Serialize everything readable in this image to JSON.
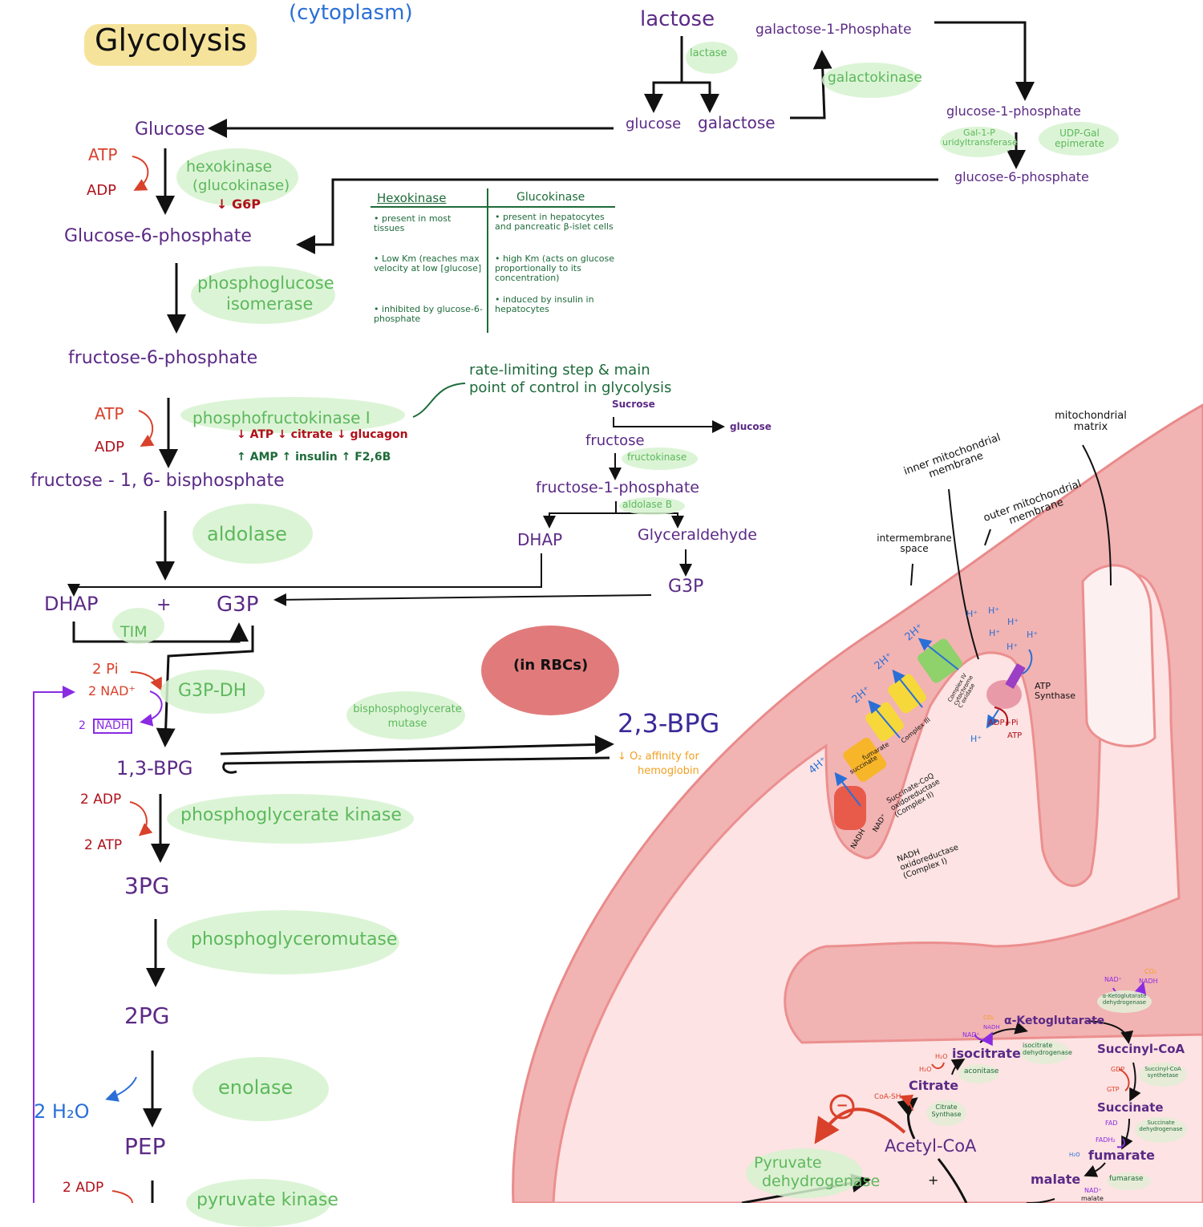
{
  "header": {
    "title": "Glycolysis",
    "location": "(cytoplasm)"
  },
  "galactose": {
    "lactose": "lactose",
    "lactase": "lactase",
    "glucose": "glucose",
    "galactose": "galactose",
    "galactokinase": "galactokinase",
    "gal1p": "galactose-1-Phosphate",
    "g1p": "glucose-1-phosphate",
    "uridyl": "Gal-1-P uridyltransferase",
    "epimerase": "UDP-Gal epimerate",
    "g6p": "glucose-6-phosphate"
  },
  "glycolysis": {
    "glucose": "Glucose",
    "atp1": "ATP",
    "adp1": "ADP",
    "hexokinase": "hexokinase",
    "glucokinase": "(glucokinase)",
    "g6p_inhib": "↓ G6P",
    "g6p": "Glucose-6-phosphate",
    "pgi_1": "phosphoglucose",
    "pgi_2": "isomerase",
    "f6p": "fructose-6-phosphate",
    "atp2": "ATP",
    "adp2": "ADP",
    "pfk": "phosphofructokinase I",
    "pfk_down": "↓ ATP ↓ citrate ↓ glucagon",
    "pfk_up": "↑ AMP ↑ insulin ↑ F2,6B",
    "f16bp": "fructose - 1, 6- bisphosphate",
    "aldolase": "aldolase",
    "dhap": "DHAP",
    "plus": "+",
    "g3p": "G3P",
    "tim": "TIM",
    "pi": "2 Pi",
    "nad": "2 NAD⁺",
    "nadh_n": "2",
    "nadh": "NADH",
    "g3pdh": "G3P-DH",
    "bpg13": "1,3-BPG",
    "adp3": "2 ADP",
    "atp3": "2 ATP",
    "pgk": "phosphoglycerate kinase",
    "pg3": "3PG",
    "pgm": "phosphoglyceromutase",
    "pg2": "2PG",
    "enolase": "enolase",
    "h2o": "2 H₂O",
    "pep": "PEP",
    "adp4": "2 ADP",
    "pk": "pyruvate kinase"
  },
  "note": {
    "line1": "rate-limiting step & main",
    "line2": "point of control in glycolysis"
  },
  "kinase_table": {
    "headers": [
      "Hexokinase",
      "Glucokinase"
    ],
    "hexokinase": [
      "• present in most tissues",
      "• Low Km (reaches max velocity at low [glucose]",
      "• inhibited by glucose-6-phosphate"
    ],
    "glucokinase": [
      "• present in hepatocytes and pancreatic β-islet cells",
      "• high Km (acts on glucose proportionally to its concentration)",
      "• induced by insulin in hepatocytes"
    ]
  },
  "fructose": {
    "sucrose": "Sucrose",
    "glucose": "glucose",
    "fructose": "fructose",
    "fructokinase": "fructokinase",
    "f1p": "fructose-1-phosphate",
    "aldolaseB": "aldolase B",
    "dhap": "DHAP",
    "glyceraldehyde": "Glyceraldehyde",
    "g3p": "G3P"
  },
  "rbc": {
    "label": "(in RBCs)",
    "mutase_1": "bisphosphoglycerate",
    "mutase_2": "mutase",
    "bpg23": "2,3-BPG",
    "effect_1": "↓ O₂ affinity for",
    "effect_2": "hemoglobin"
  },
  "mito": {
    "matrix": "mitochondrial matrix",
    "inner": "inner mitochondrial membrane",
    "outer": "outer mitochondrial membrane",
    "ims": "intermembrane space",
    "h4": "4H⁺",
    "h2a": "2H⁺",
    "h2b": "2H⁺",
    "h2c": "2H⁺",
    "hplus": "H⁺",
    "c1": "NADH oxidoreductase (Complex I)",
    "nadh": "NADH",
    "nad": "NAD⁺",
    "c2": "Succinate-CoQ oxidoreductase (Complex II)",
    "succ": "succinate",
    "fum": "fumarate",
    "c3": "Complex III",
    "c4": "Complex IV cytochrome C oxidase",
    "atpsyn": "ATP Synthase",
    "adppi": "ADP+Pi",
    "atp": "ATP"
  },
  "tca": {
    "acetyl": "Acetyl-CoA",
    "plus": "+",
    "inhib": "−",
    "pdh_1": "Pyruvate",
    "pdh_2": "dehydrogenase",
    "coash": "CoA-SH",
    "citrate": "Citrate",
    "cs": "Citrate Synthase",
    "h2o_a": "H₂O",
    "h2o_b": "H₂O",
    "isocitrate": "isocitrate",
    "aconitase": "aconitase",
    "nad1": "NAD⁺",
    "co2_1": "CO₂",
    "nadh1": "NADH",
    "idh": "isocitrate dehydrogenase",
    "akg": "α-Ketoglutarate",
    "nad2": "NAD⁺",
    "co2_2": "CO₂",
    "nadh2": "NADH",
    "akgdh": "α-Ketoglutarate dehydrogenase",
    "succoa": "Succinyl-CoA",
    "gdp": "GDP",
    "gtp": "GTP",
    "scs": "Succinyl-CoA synthetase",
    "succinate": "Succinate",
    "fad": "FAD",
    "fadh": "FADH₂",
    "sdh": "Succinate dehydrogenase",
    "fumarate": "fumarate",
    "h2o_c": "H₂O",
    "fumarase": "fumarase",
    "malate": "malate",
    "nad3": "NAD⁺",
    "mdh": "malate"
  },
  "colors": {
    "metabolite": "#5b2a86",
    "enzyme": "#5cb85c",
    "cofactor": "#d9412b",
    "water": "#2a6fd6",
    "membrane": "#f2b3b3",
    "matrix": "#fde3e3"
  }
}
